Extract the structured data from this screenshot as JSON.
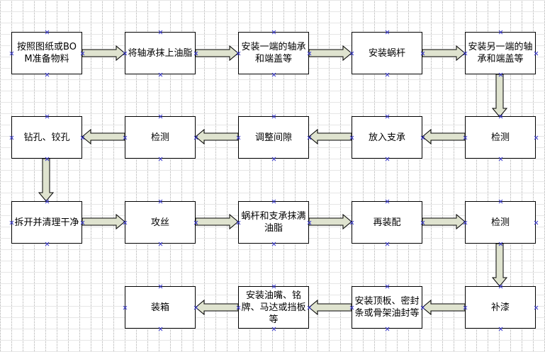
{
  "steps": [
    {
      "id": "s1",
      "label": "按照图纸或BOM准备物料"
    },
    {
      "id": "s2",
      "label": "将轴承抹上油脂"
    },
    {
      "id": "s3",
      "label": "安装一端的轴承和端盖等"
    },
    {
      "id": "s4",
      "label": "安装蜗杆"
    },
    {
      "id": "s5",
      "label": "安装另一端的轴承和端盖等"
    },
    {
      "id": "s6",
      "label": "检测"
    },
    {
      "id": "s7",
      "label": "放入支承"
    },
    {
      "id": "s8",
      "label": "调整间隙"
    },
    {
      "id": "s9",
      "label": "检测"
    },
    {
      "id": "s10",
      "label": "钻孔、铰孔"
    },
    {
      "id": "s11",
      "label": "拆开并清理干净"
    },
    {
      "id": "s12",
      "label": "攻丝"
    },
    {
      "id": "s13",
      "label": "蜗杆和支承抹满油脂"
    },
    {
      "id": "s14",
      "label": "再装配"
    },
    {
      "id": "s15",
      "label": "检测"
    },
    {
      "id": "s16",
      "label": "补漆"
    },
    {
      "id": "s17",
      "label": "安装顶板、密封条或骨架油封等"
    },
    {
      "id": "s18",
      "label": "安装油嘴、铭牌、马达或挡板等"
    },
    {
      "id": "s19",
      "label": "装箱"
    }
  ],
  "edges": [
    [
      "s1",
      "s2"
    ],
    [
      "s2",
      "s3"
    ],
    [
      "s3",
      "s4"
    ],
    [
      "s4",
      "s5"
    ],
    [
      "s5",
      "s6"
    ],
    [
      "s6",
      "s7"
    ],
    [
      "s7",
      "s8"
    ],
    [
      "s8",
      "s9"
    ],
    [
      "s9",
      "s10"
    ],
    [
      "s10",
      "s11"
    ],
    [
      "s11",
      "s12"
    ],
    [
      "s12",
      "s13"
    ],
    [
      "s13",
      "s14"
    ],
    [
      "s14",
      "s15"
    ],
    [
      "s15",
      "s16"
    ],
    [
      "s16",
      "s17"
    ],
    [
      "s17",
      "s18"
    ],
    [
      "s18",
      "s19"
    ]
  ],
  "colors": {
    "arrow_fill": "#dfe3cf",
    "arrow_stroke": "#000000",
    "handle": "#3333cc"
  }
}
